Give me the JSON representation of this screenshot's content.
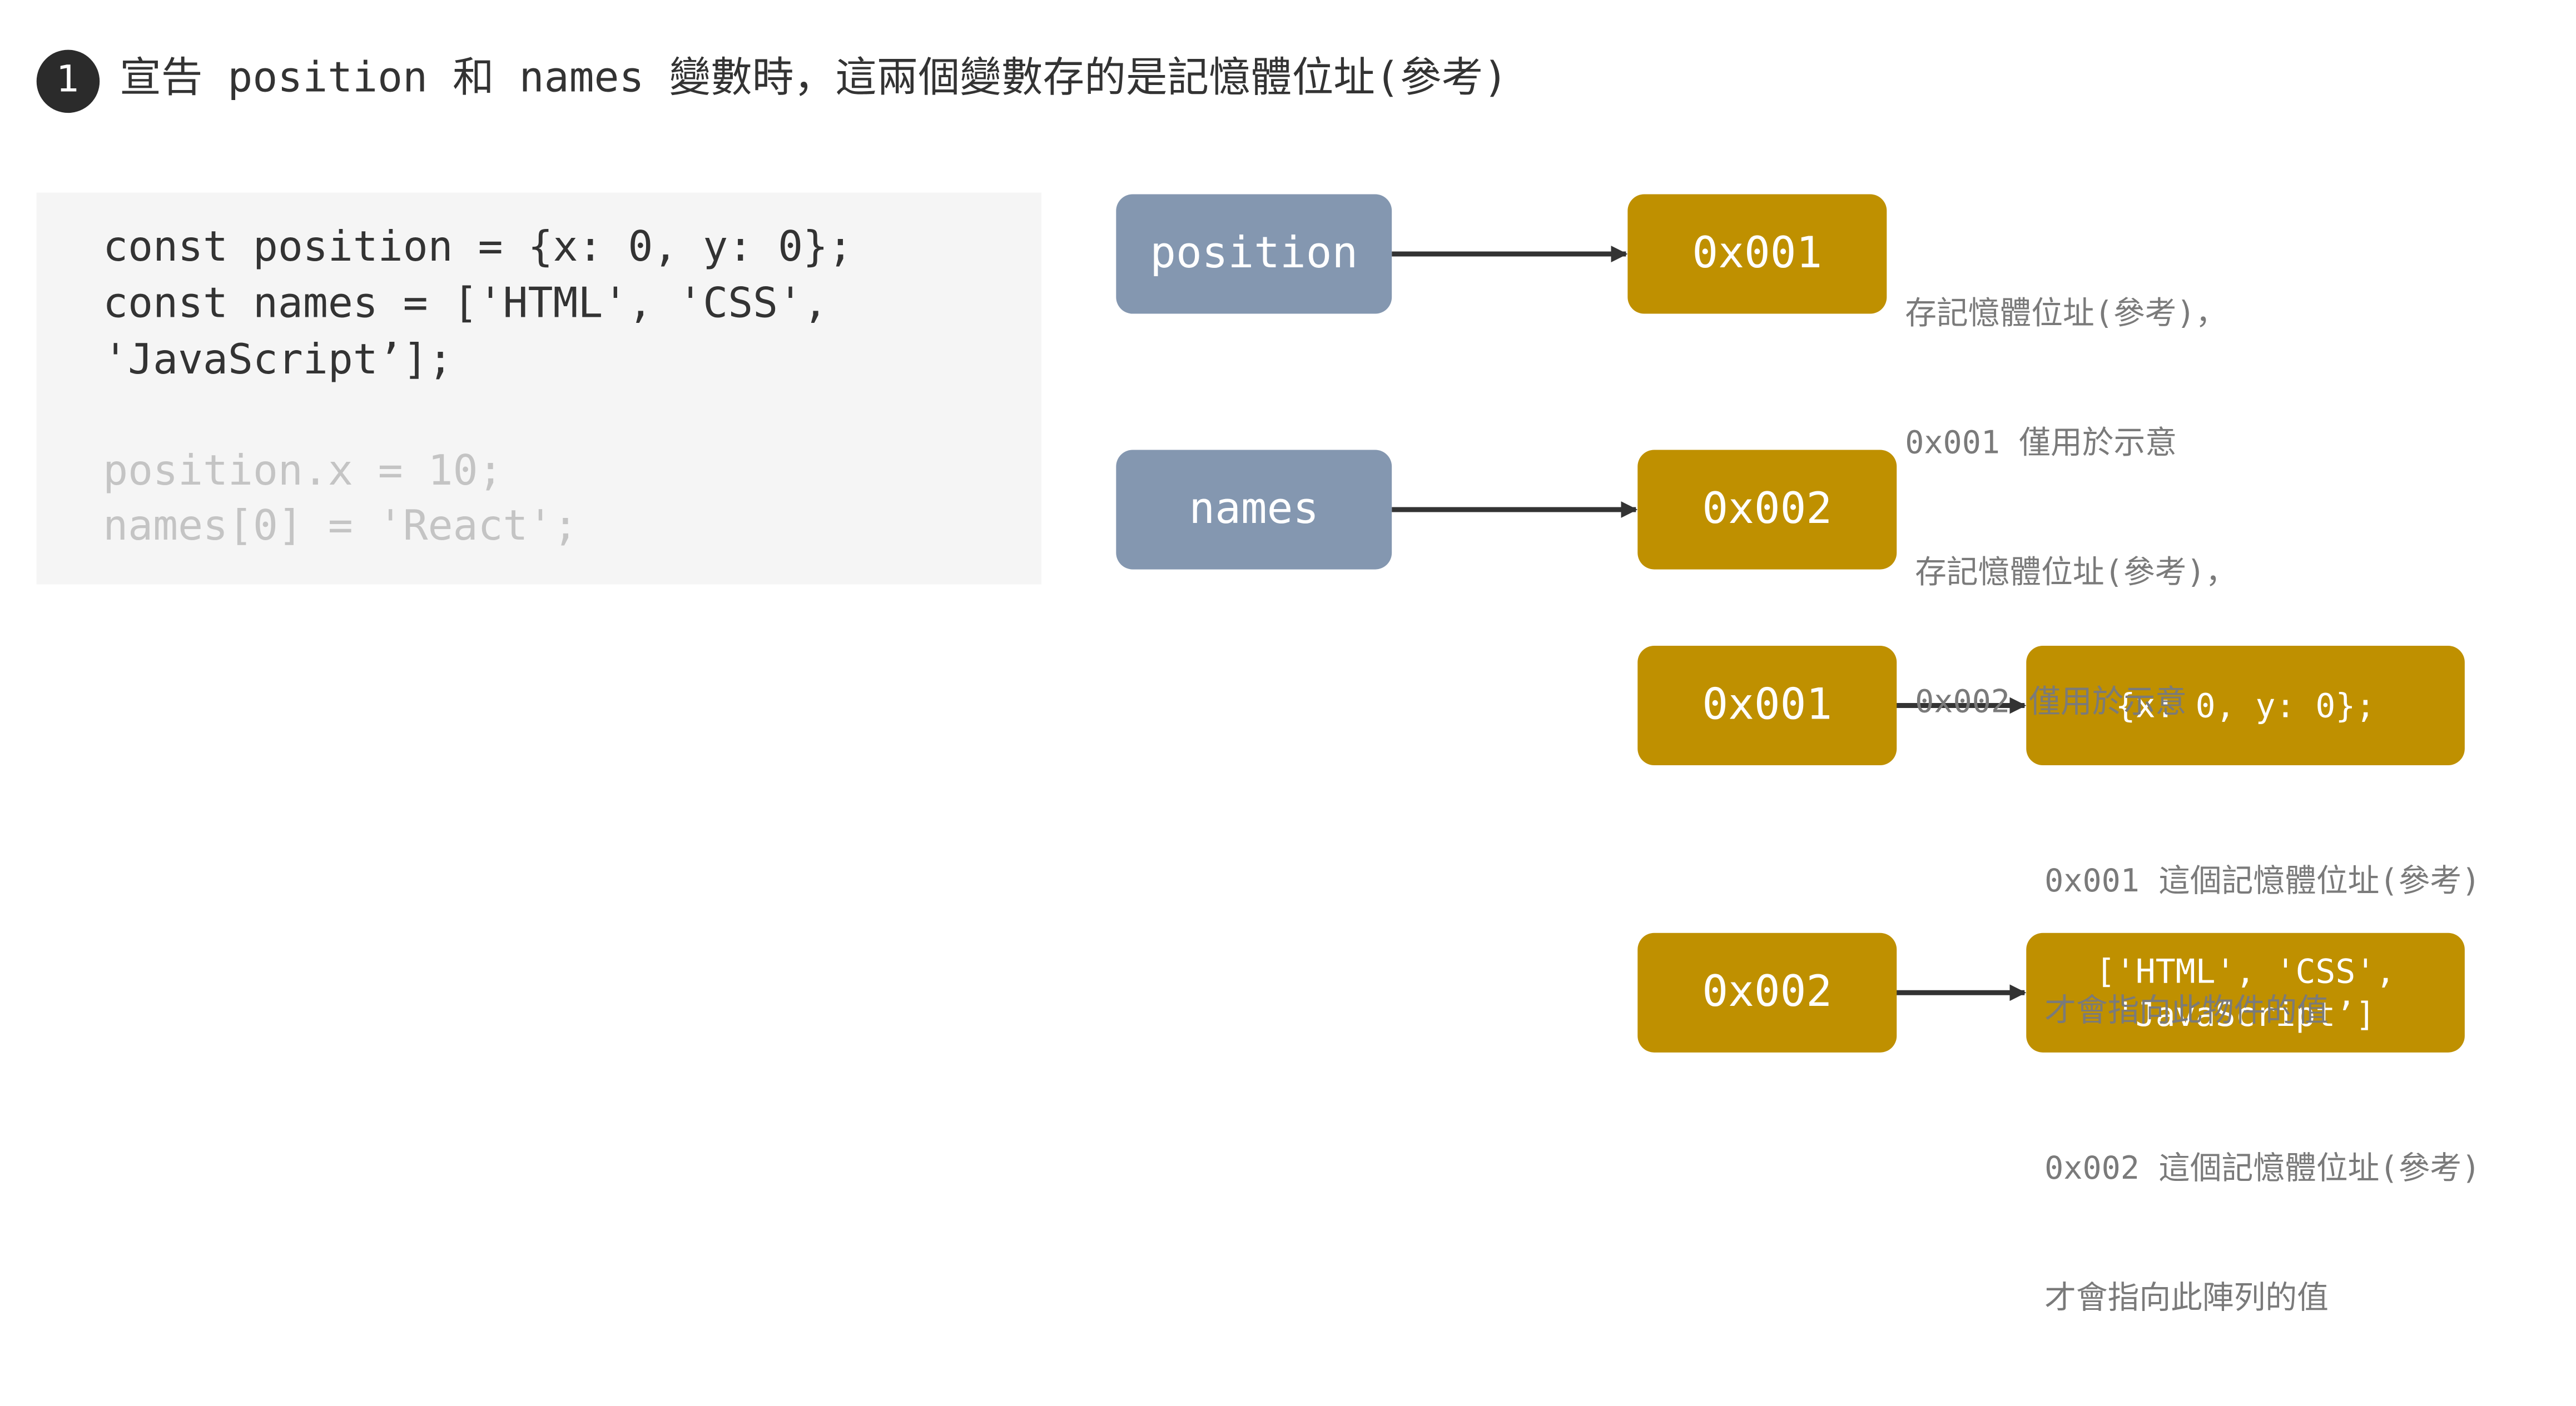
{
  "step": {
    "number": "1",
    "text": "宣告 position 和 names 變數時，這兩個變數存的是記憶體位址(參考)"
  },
  "code": {
    "lines": [
      "const position = {x: 0, y: 0};",
      "const names = ['HTML', 'CSS',",
      "'JavaScript’];",
      "position.x = 10;",
      "names[0] = 'React';"
    ]
  },
  "variables": {
    "position": "position",
    "names": "names"
  },
  "addresses": {
    "a1": "0x001",
    "a2": "0x002"
  },
  "values": {
    "object": "{x: 0, y: 0};",
    "array_line1": "['HTML', 'CSS',",
    "array_line2": "'JavaScript’]"
  },
  "notes": {
    "position_ref_line1": "存記憶體位址(參考)，",
    "position_ref_line2": "0x001 僅用於示意",
    "names_ref_line1": "存記憶體位址(參考)，",
    "names_ref_line2": "0x002 僅用於示意",
    "object_ref_line1": "0x001 這個記憶體位址(參考)",
    "object_ref_line2": "才會指向此物件的值",
    "array_ref_line1": "0x002 這個記憶體位址(參考)",
    "array_ref_line2": "才會指向此陣列的值"
  },
  "colors": {
    "variable_box": "#8497b0",
    "address_box": "#bf9000",
    "arrow": "#333333",
    "code_panel": "#f5f5f5"
  }
}
